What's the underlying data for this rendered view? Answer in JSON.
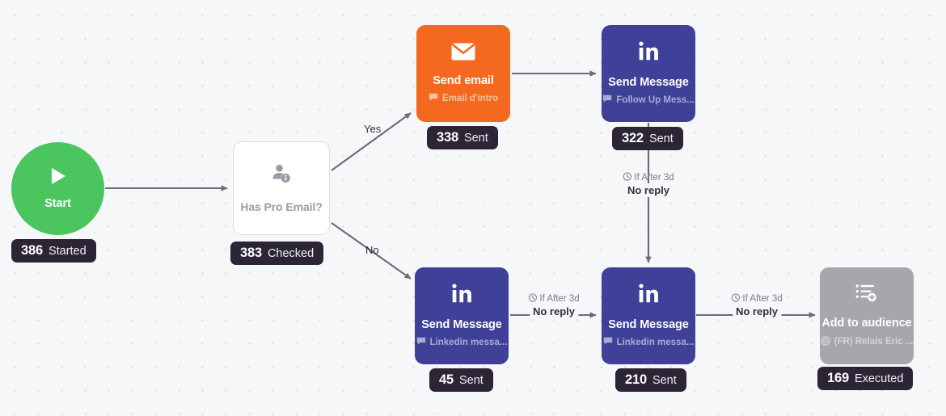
{
  "canvas": {
    "background_color": "#f6f7f9",
    "dot_color": "#e2e3e8"
  },
  "colors": {
    "start_green": "#4bc65e",
    "email_orange": "#f4691f",
    "linkedin_blue": "#3f4199",
    "audience_grey": "#a6a6ad",
    "badge_dark": "#2b2535",
    "edge_grey": "#6f6a78"
  },
  "nodes": {
    "start": {
      "title": "Start",
      "icon": "play-icon",
      "badge_count": "386",
      "badge_label": "Started"
    },
    "condition": {
      "title": "Has Pro Email?",
      "icon": "person-info-icon",
      "badge_count": "383",
      "badge_label": "Checked"
    },
    "send_email": {
      "title": "Send email",
      "subtitle": "Email d'intro",
      "icon": "envelope-icon",
      "subtitle_icon": "chat-bubble-icon",
      "badge_count": "338",
      "badge_label": "Sent"
    },
    "followup_message": {
      "title": "Send Message",
      "subtitle": "Follow Up Mess...",
      "icon": "linkedin-icon",
      "subtitle_icon": "chat-bubble-icon",
      "badge_count": "322",
      "badge_label": "Sent"
    },
    "linkedin_message_1": {
      "title": "Send Message",
      "subtitle": "Linkedin messa...",
      "icon": "linkedin-icon",
      "subtitle_icon": "chat-bubble-icon",
      "badge_count": "45",
      "badge_label": "Sent"
    },
    "linkedin_message_2": {
      "title": "Send Message",
      "subtitle": "Linkedin messa...",
      "icon": "linkedin-icon",
      "subtitle_icon": "chat-bubble-icon",
      "badge_count": "210",
      "badge_label": "Sent"
    },
    "add_to_audience": {
      "title": "Add to audience",
      "subtitle": "(FR) Relais Eric ...",
      "icon": "list-add-icon",
      "subtitle_icon": "target-icon",
      "badge_count": "169",
      "badge_label": "Executed"
    }
  },
  "edges": {
    "branch_yes": "Yes",
    "branch_no": "No",
    "followup_to_linkedin2": {
      "condition": "If After 3d",
      "label": "No reply",
      "icon": "clock-icon"
    },
    "linkedin1_to_linkedin2": {
      "condition": "If After 3d",
      "label": "No reply",
      "icon": "clock-icon"
    },
    "linkedin2_to_audience": {
      "condition": "If After 3d",
      "label": "No reply",
      "icon": "clock-icon"
    }
  }
}
